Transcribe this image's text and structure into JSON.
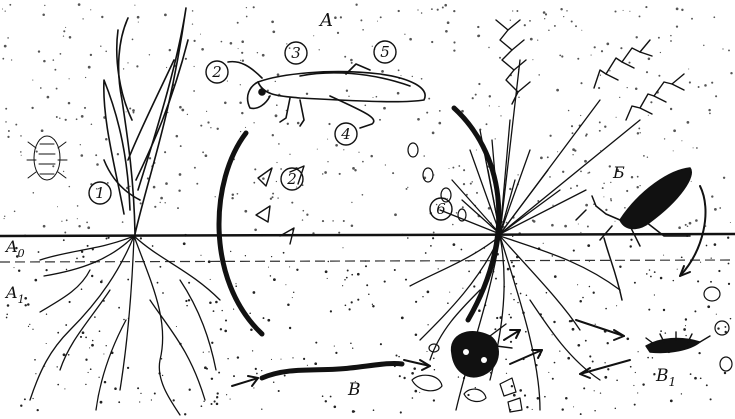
{
  "diagram": {
    "labels": {
      "A": "A",
      "B": "Б",
      "V": "В",
      "V1": "В",
      "V1_sub": "1",
      "A0": "A",
      "A0_sub": "0",
      "A1": "A",
      "A1_sub": "1"
    },
    "numbers": [
      "1",
      "2",
      "3",
      "4",
      "5",
      "2",
      "6"
    ],
    "colors": {
      "ink": "#111111",
      "background": "#ffffff"
    }
  }
}
